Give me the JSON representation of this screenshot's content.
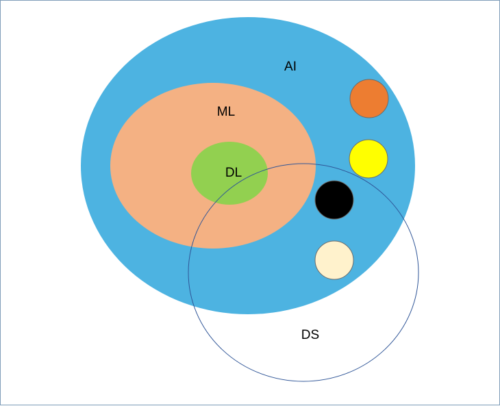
{
  "diagram": {
    "labels": {
      "ai": "AI",
      "ml": "ML",
      "dl": "DL",
      "ds": "DS"
    },
    "colors": {
      "ai": "#4db3e1",
      "ml": "#f4b183",
      "dl": "#92d050",
      "ds_outline": "#2f5597",
      "orange_dot": "#ed7d31",
      "yellow_dot": "#ffff00",
      "black_dot": "#000000",
      "cream_dot": "#fff2cc",
      "dot_outline": "#6b6b6b",
      "border": "#7f9db9"
    }
  }
}
